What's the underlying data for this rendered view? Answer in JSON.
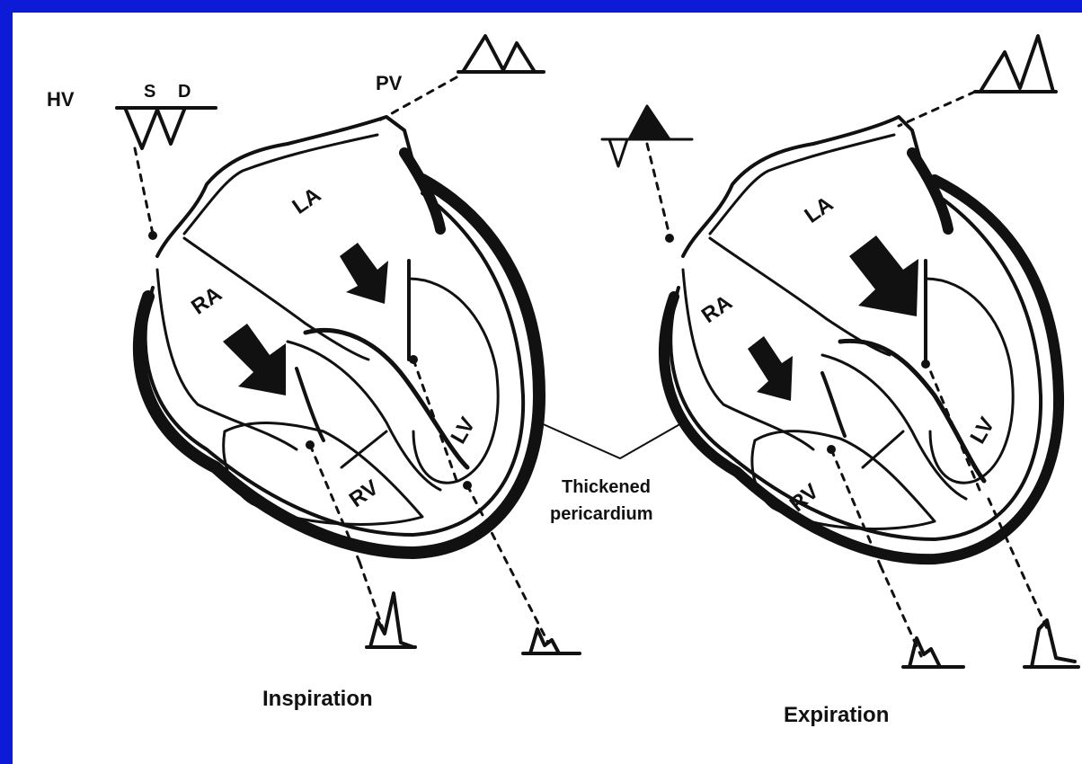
{
  "colors": {
    "frame": "#0d1bd6",
    "panel": "#ffffff",
    "ink": "#111111"
  },
  "labels": {
    "hv": "HV",
    "s": "S",
    "d": "D",
    "pv": "PV",
    "left_heart": {
      "la": "LA",
      "ra": "RA",
      "rv": "RV",
      "lv": "LV"
    },
    "right_heart": {
      "la": "LA",
      "ra": "RA",
      "rv": "RV",
      "lv": "LV"
    },
    "pericardium_line1": "Thickened",
    "pericardium_line2": "pericardium",
    "inspiration": "Inspiration",
    "expiration": "Expiration"
  }
}
